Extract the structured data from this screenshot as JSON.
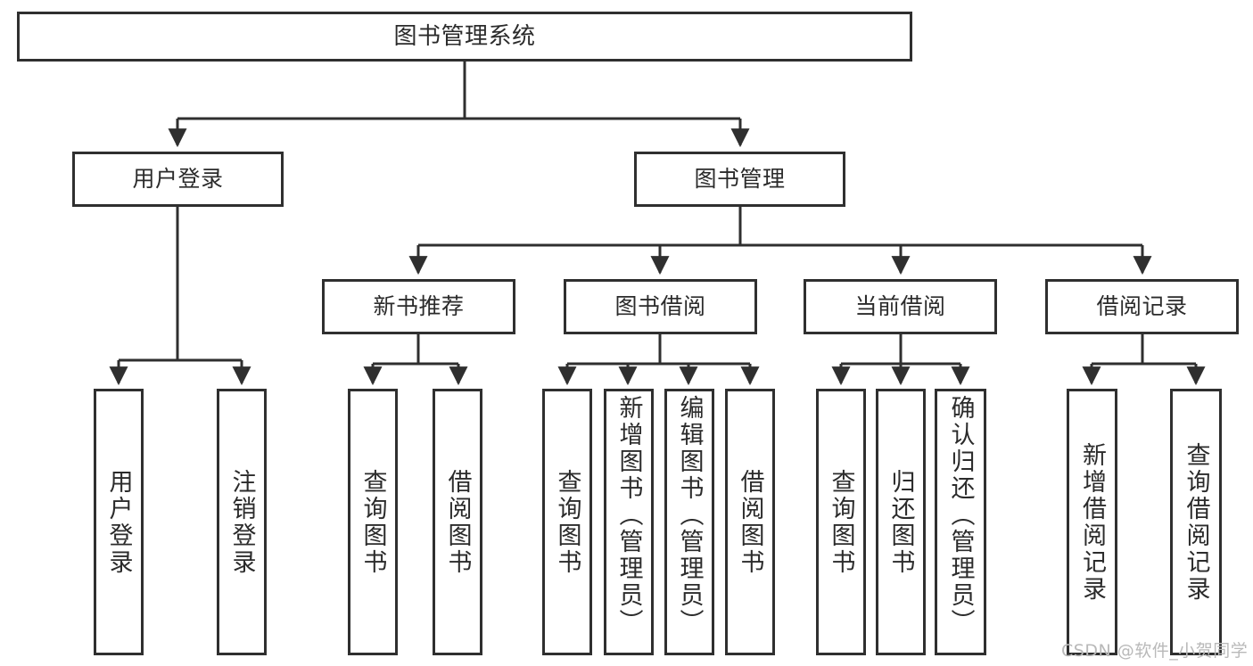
{
  "diagram": {
    "type": "tree",
    "title": "图书管理系统",
    "root": {
      "label": "图书管理系统"
    },
    "level2": [
      {
        "label": "用户登录"
      },
      {
        "label": "图书管理"
      }
    ],
    "level3": [
      {
        "label": "新书推荐"
      },
      {
        "label": "图书借阅"
      },
      {
        "label": "当前借阅"
      },
      {
        "label": "借阅记录"
      }
    ],
    "leaves": {
      "user_login": [
        {
          "label": "用户登录"
        },
        {
          "label": "注销登录"
        }
      ],
      "new_book_recommend": [
        {
          "label": "查询图书"
        },
        {
          "label": "借阅图书"
        }
      ],
      "book_borrow": [
        {
          "label": "查询图书"
        },
        {
          "label": "新增图书（管理员）"
        },
        {
          "label": "编辑图书（管理员）"
        },
        {
          "label": "借阅图书"
        }
      ],
      "current_borrow": [
        {
          "label": "查询图书"
        },
        {
          "label": "归还图书"
        },
        {
          "label": "确认归还（管理员）"
        }
      ],
      "borrow_record": [
        {
          "label": "新增借阅记录"
        },
        {
          "label": "查询借阅记录"
        }
      ]
    }
  },
  "watermark": {
    "text": "CSDN @软件_小贺同学"
  },
  "colors": {
    "stroke": "#2f2f2f",
    "text": "#2b2b2b",
    "background": "#ffffff",
    "watermark": "#b9b9b9"
  }
}
